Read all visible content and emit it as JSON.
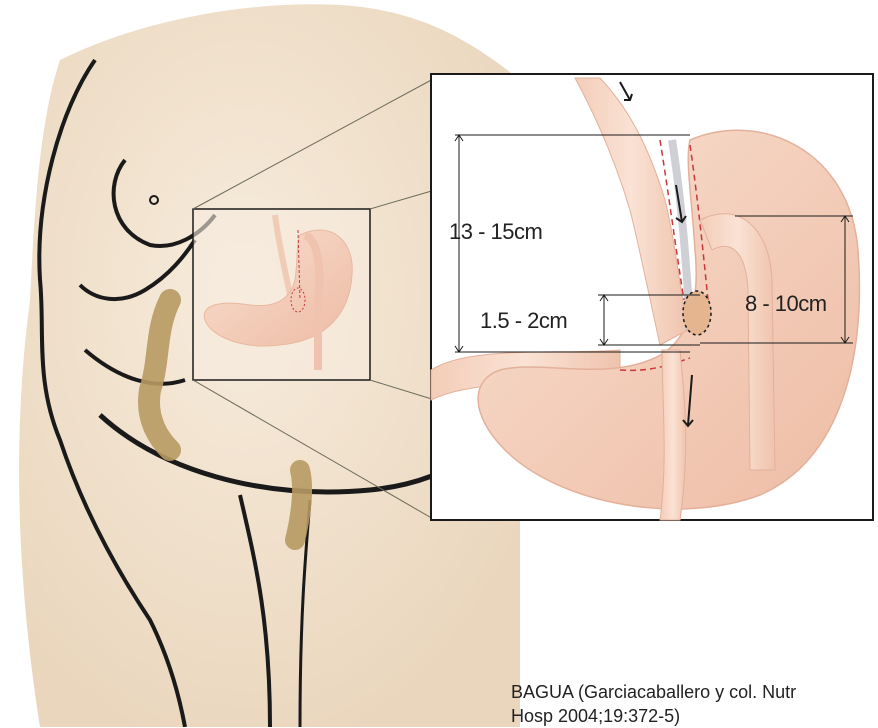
{
  "diagram": {
    "measurements": {
      "gastric_tube_length": "13 - 15cm",
      "pylorus_distance": "1.5 - 2cm",
      "loop_length": "8 - 10cm"
    },
    "citation": "BAGUA (Garciacaballero y col. Nutr Hosp 2004;19:372-5)",
    "colors": {
      "skin": "#f3e6d3",
      "stomach": "#f5d2c0",
      "colon": "#b79a63",
      "staple_line": "#c9393a",
      "outline": "#1a1a1a"
    }
  }
}
